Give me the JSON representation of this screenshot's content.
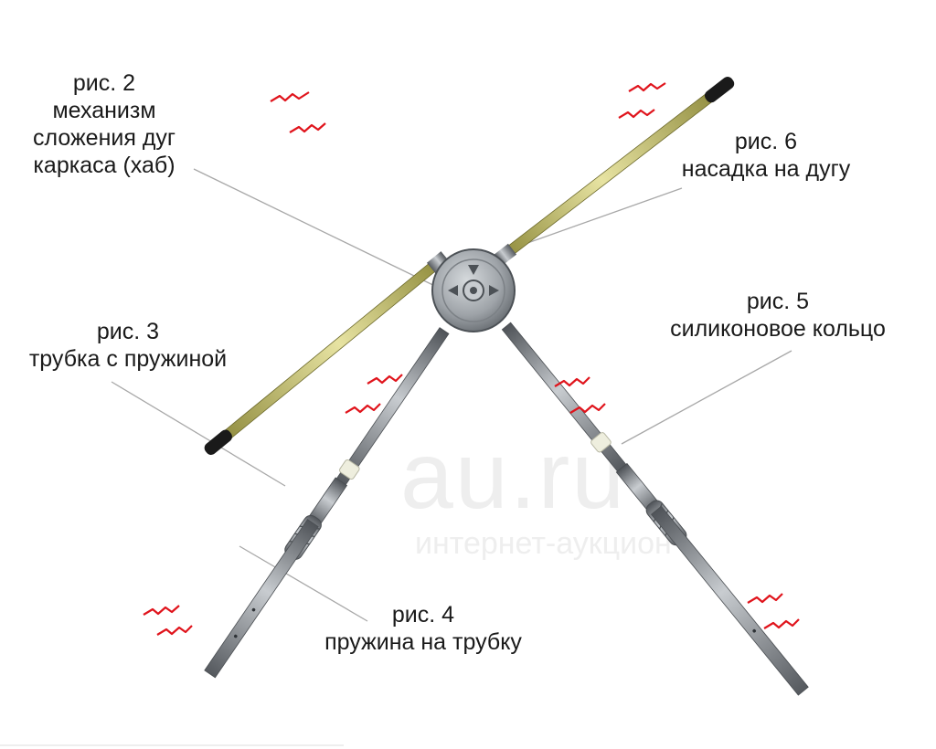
{
  "labels": {
    "hub": {
      "number": "рис. 2",
      "lines": [
        "механизм",
        "сложения дуг",
        "каркаса (хаб)"
      ]
    },
    "tip": {
      "number": "рис. 6",
      "lines": [
        "насадка на дугу"
      ]
    },
    "ring": {
      "number": "рис. 5",
      "lines": [
        "силиконовое кольцо"
      ]
    },
    "tube": {
      "number": "рис. 3",
      "lines": [
        "трубка с пружиной"
      ]
    },
    "spring": {
      "number": "рис. 4",
      "lines": [
        "пружина на трубку"
      ]
    }
  },
  "watermark": {
    "logo": "au.ru",
    "tagline": "интернет-аукцион"
  },
  "colors": {
    "background": "#ffffff",
    "fiberglass_rod": "#c9c47a",
    "rod_end_cap": "#1a1a1a",
    "steel_tube": "#8a8e93",
    "hub": "#9ea3a8",
    "break_marks": "#e0141c",
    "leader_lines": "#a8a8a8",
    "silicone_ring": "#eeeede"
  },
  "icons": {
    "break_mark": "zigzag-break-icon"
  }
}
